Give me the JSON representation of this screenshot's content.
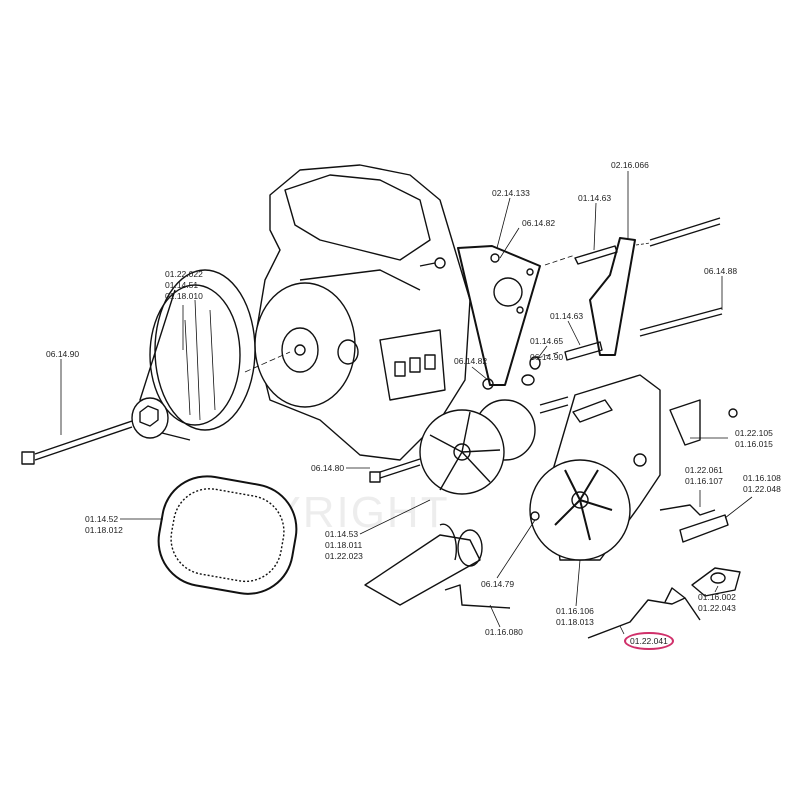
{
  "diagram": {
    "watermark": "COPYRIGHT",
    "highlight_color": "#d0306a",
    "labels": {
      "bracket_plate": [
        "02.14.133"
      ],
      "bracket_support": [
        "02.16.066"
      ],
      "nut_upper": [
        "06.14.82"
      ],
      "spacer_upper": [
        "01.14.63"
      ],
      "bolt_long_right": [
        "06.14.88"
      ],
      "drive_pulley": [
        "01.22.022",
        "01.14.51",
        "01.18.010"
      ],
      "spacer_lower": [
        "01.14.63"
      ],
      "spacer_short": [
        "01.14.65"
      ],
      "bolt_mid": [
        "06.14.90"
      ],
      "nut_lower": [
        "06.14.82"
      ],
      "bolt_long_left": [
        "06.14.90"
      ],
      "mount_bracket": [
        "01.22.105",
        "01.16.015"
      ],
      "bolt_pulley": [
        "06.14.80"
      ],
      "clip_bracket": [
        "01.22.061",
        "01.16.107"
      ],
      "plate_bracket": [
        "01.16.108",
        "01.22.048"
      ],
      "belt": [
        "01.14.52",
        "01.18.012"
      ],
      "driven_pulley": [
        "01.14.53",
        "01.18.011",
        "01.22.023"
      ],
      "circlip": [
        "06.14.79"
      ],
      "rubber_mount": [
        "01.16.002",
        "01.22.043"
      ],
      "gearbox": [
        "01.16.106",
        "01.18.013"
      ],
      "rod_small": [
        "01.16.080"
      ],
      "rod_highlighted": [
        "01.22.041"
      ]
    }
  }
}
